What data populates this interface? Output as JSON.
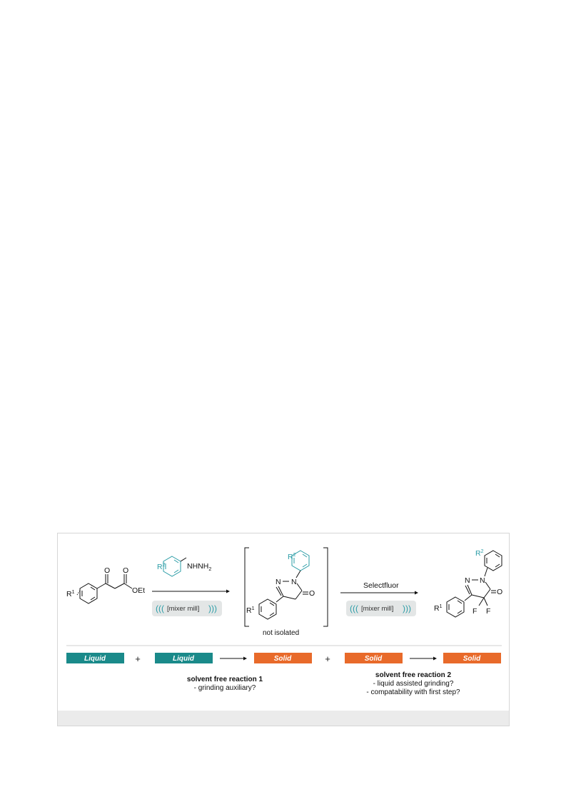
{
  "scheme": {
    "start_material": {
      "r_label": "R",
      "r_sup": "1",
      "ester": "OEt",
      "oxo1": "O",
      "oxo2": "O"
    },
    "step1": {
      "reagent": {
        "r_label": "R",
        "r_sup": "2",
        "group": "NHNH",
        "group_sub": "2"
      },
      "conditions": "[mixer mill]"
    },
    "intermediate": {
      "r1_label": "R",
      "r1_sup": "1",
      "r2_label": "R",
      "r2_sup": "2",
      "ring_atoms": {
        "n1": "N",
        "n2": "N",
        "oxo": "O"
      },
      "note": "not isolated"
    },
    "step2": {
      "reagent": "Selectfluor",
      "conditions": "[mixer mill]"
    },
    "product": {
      "r1_label": "R",
      "r1_sup": "1",
      "r2_label": "R",
      "r2_sup": "2",
      "ring_atoms": {
        "n1": "N",
        "n2": "N",
        "oxo": "O",
        "f1": "F",
        "f2": "F"
      }
    }
  },
  "phases": {
    "bar1": "Liquid",
    "plus1": "+",
    "bar2": "Liquid",
    "bar3": "Solid",
    "plus2": "+",
    "bar4": "Solid",
    "bar5": "Solid",
    "colors": {
      "liquid": "#1a8a8a",
      "solid": "#e86a2a"
    }
  },
  "captions": {
    "reaction1": {
      "title": "solvent free reaction 1",
      "lines": [
        "- grinding auxiliary?"
      ]
    },
    "reaction2": {
      "title": "solvent free reaction 2",
      "lines": [
        "- liquid assisted grinding?",
        "- compatability with first step?"
      ]
    }
  }
}
